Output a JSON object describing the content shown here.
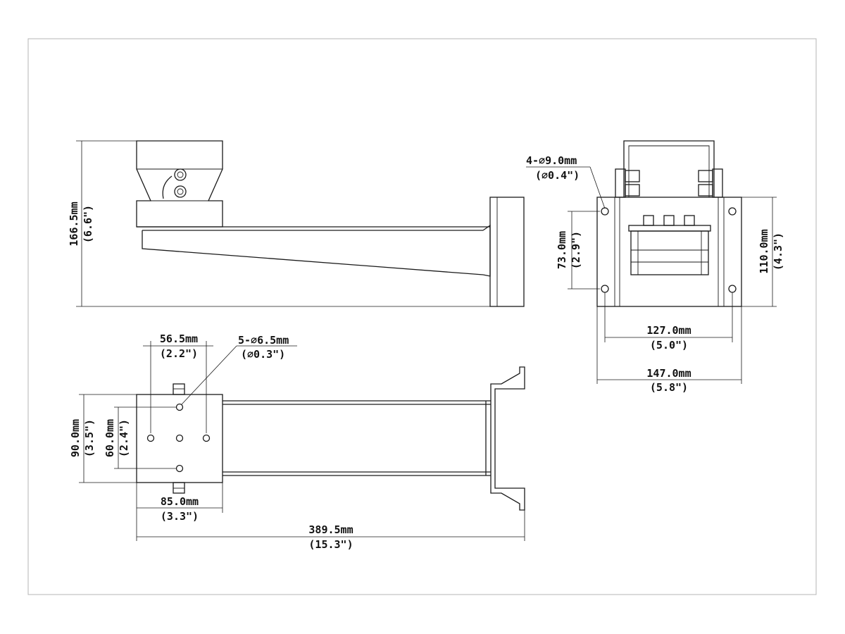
{
  "dimensions": {
    "side_height_mm": "166.5mm",
    "side_height_in": "(6.6\")",
    "front_hole_label_mm": "4-∅9.0mm",
    "front_hole_label_in": "(∅0.4\")",
    "front_hole_vspacing_mm": "73.0mm",
    "front_hole_vspacing_in": "(2.9\")",
    "front_height_mm": "110.0mm",
    "front_height_in": "(4.3\")",
    "front_hole_hspacing_mm": "127.0mm",
    "front_hole_hspacing_in": "(5.0\")",
    "front_width_mm": "147.0mm",
    "front_width_in": "(5.8\")",
    "top_hole_spacing_mm": "56.5mm",
    "top_hole_spacing_in": "(2.2\")",
    "top_hole_label_mm": "5-∅6.5mm",
    "top_hole_label_in": "(∅0.3\")",
    "top_plate_height_mm": "90.0mm",
    "top_plate_height_in": "(3.5\")",
    "top_hole_vspacing_mm": "60.0mm",
    "top_hole_vspacing_in": "(2.4\")",
    "top_plate_width_mm": "85.0mm",
    "top_plate_width_in": "(3.3\")",
    "total_length_mm": "389.5mm",
    "total_length_in": "(15.3\")"
  },
  "colors": {
    "line": "#1a1a1a",
    "frame": "#b4b4b4",
    "background": "#ffffff"
  }
}
